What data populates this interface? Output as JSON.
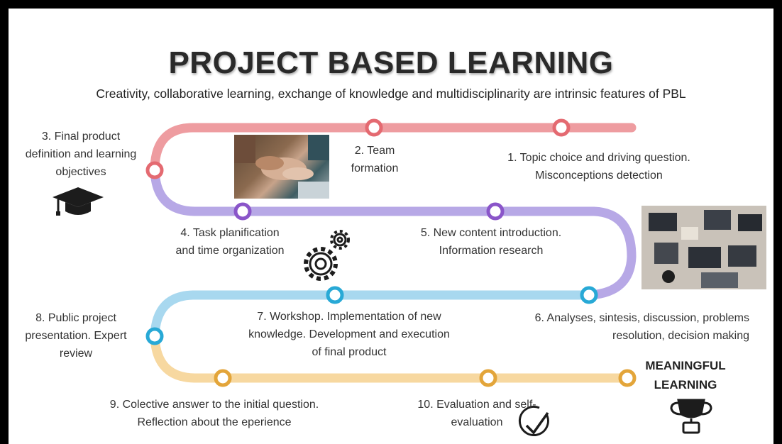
{
  "title": "PROJECT BASED LEARNING",
  "subtitle": "Creativity, collaborative learning, exchange of knowledge and multidisciplinarity are intrinsic features of PBL",
  "steps": [
    {
      "lines": [
        "1. Topic choice and driving question.",
        "Misconceptions detection"
      ]
    },
    {
      "lines": [
        "2. Team",
        "formation"
      ]
    },
    {
      "lines": [
        "3. Final product",
        "definition and learning",
        "objectives"
      ]
    },
    {
      "lines": [
        "4. Task planification",
        "and time organization"
      ]
    },
    {
      "lines": [
        "5. New content introduction.",
        "Information research"
      ]
    },
    {
      "lines": [
        "6. Analyses, sintesis, discussion, problems",
        "resolution, decision making"
      ]
    },
    {
      "lines": [
        "7. Workshop. Implementation of new",
        "knowledge. Development and execution",
        "of final product"
      ]
    },
    {
      "lines": [
        "8. Public project",
        "presentation. Expert",
        "review"
      ]
    },
    {
      "lines": [
        "9. Colective answer to the initial question.",
        "Reflection about the eperience"
      ]
    },
    {
      "lines": [
        "10. Evaluation and self-",
        "evaluation"
      ]
    }
  ],
  "outcome": {
    "lines": [
      "MEANINGFUL",
      "LEARNING"
    ]
  },
  "colors": {
    "row1": "#ee9ca0",
    "row2": "#b7a8e6",
    "row3": "#a8d8ef",
    "row4": "#f7d8a0",
    "node1": "#e46a71",
    "node2": "#8a55c9",
    "node3": "#28a9d6",
    "node4": "#e3a53a"
  },
  "icons": [
    "graduation-cap-icon",
    "gears-icon",
    "checkmark-circle-icon",
    "trophy-icon"
  ]
}
